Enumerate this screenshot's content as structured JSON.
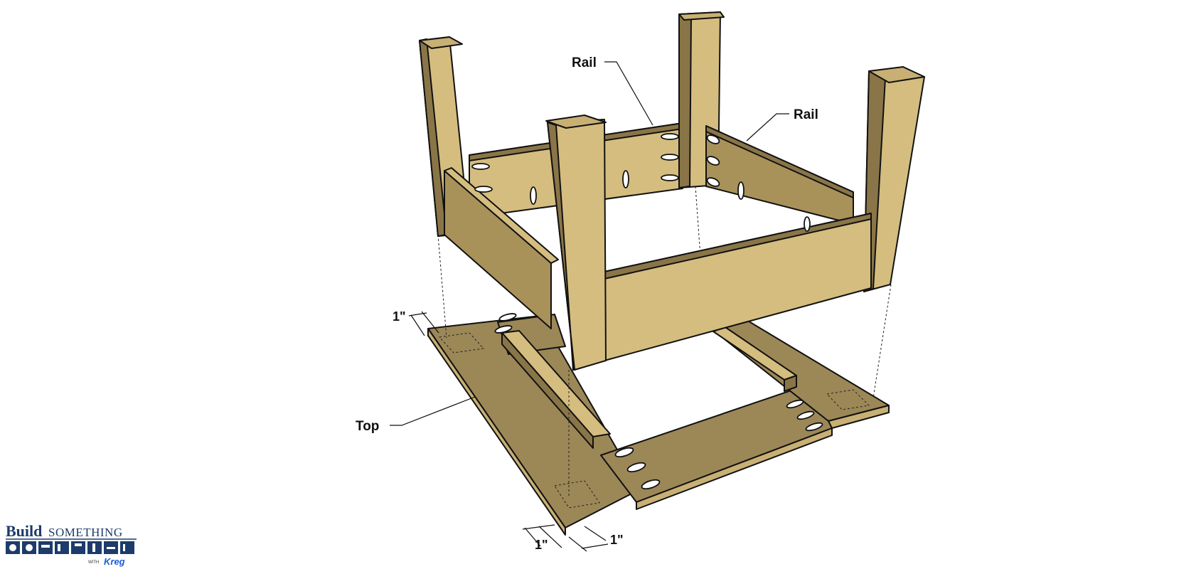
{
  "diagram": {
    "labels": {
      "rail_back": "Rail",
      "rail_right": "Rail",
      "top": "Top"
    },
    "dimensions": {
      "top_left": "1\"",
      "bottom_left": "1\"",
      "bottom_right": "1\""
    }
  },
  "logo": {
    "build": "Build",
    "something": "SOMETHING",
    "with": "WITH",
    "brand": "Kreg",
    "colors": {
      "primary": "#1d3b6b",
      "accent": "#1a5bd6"
    }
  },
  "colors": {
    "wood_light": "#d4bd7f",
    "wood_mid": "#a8925a",
    "wood_dark": "#8a7548",
    "top_board": "#9c8757"
  }
}
